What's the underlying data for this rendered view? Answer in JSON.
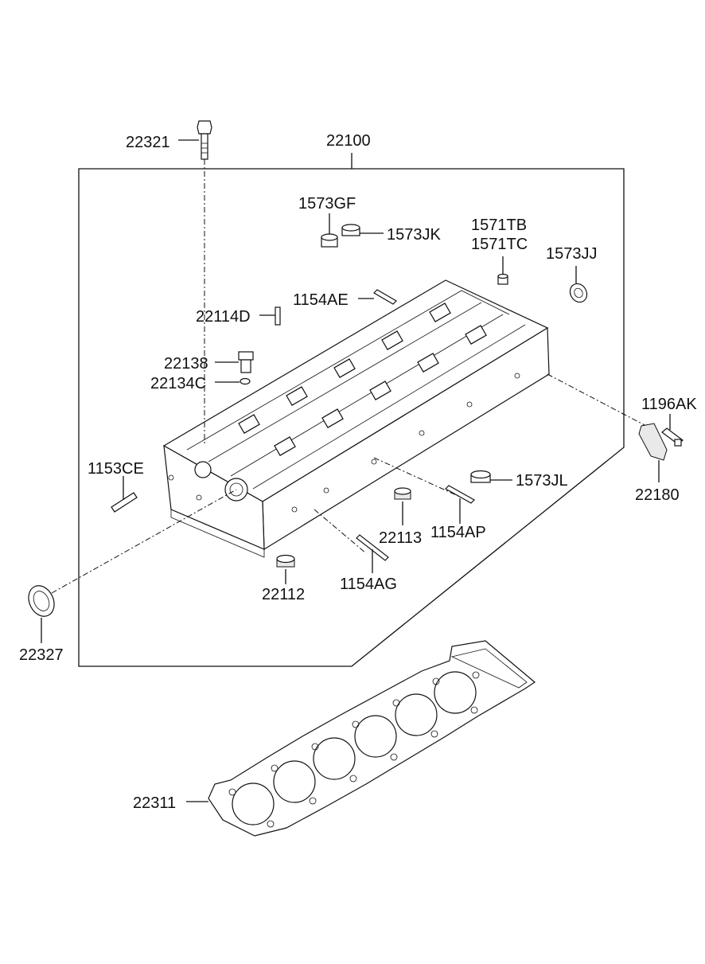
{
  "labels": {
    "p22321": "22321",
    "p22100": "22100",
    "p1573GF": "1573GF",
    "p1573JK": "1573JK",
    "p1571TB": "1571TB",
    "p1571TC": "1571TC",
    "p1573JJ": "1573JJ",
    "p1154AE": "1154AE",
    "p22114D": "22114D",
    "p22138": "22138",
    "p22134C": "22134C",
    "p1196AK": "1196AK",
    "p1153CE": "1153CE",
    "p22180": "22180",
    "p1573JL": "1573JL",
    "p22113": "22113",
    "p1154AP": "1154AP",
    "p22112": "22112",
    "p1154AG": "1154AG",
    "p22327": "22327",
    "p22311": "22311"
  }
}
